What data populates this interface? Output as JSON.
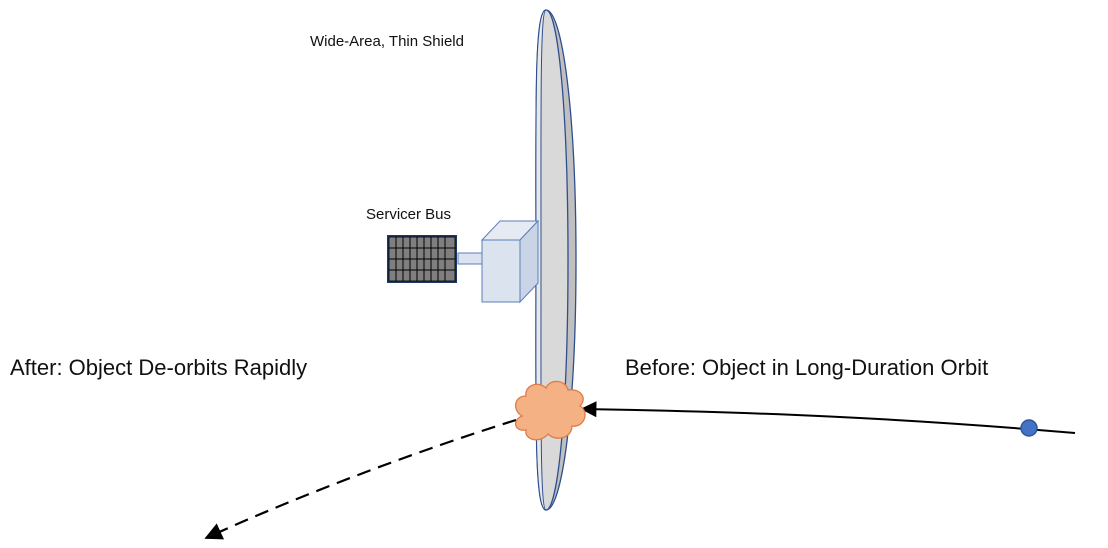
{
  "labels": {
    "shield": "Wide-Area, Thin Shield",
    "bus": "Servicer Bus",
    "after": "After: Object De-orbits Rapidly",
    "before": "Before: Object in Long-Duration Orbit"
  },
  "colors": {
    "shield_fill": "#d9d9d9",
    "shield_stroke": "#2f4f8f",
    "bus_fill": "#dbe3ef",
    "bus_stroke": "#5b7fb8",
    "panel_fill": "#7f7f7f",
    "panel_stroke": "#1f3864",
    "cloud_fill": "#f4b183",
    "cloud_stroke": "#e07a4a",
    "object_fill": "#4472c4",
    "object_stroke": "#2f5597",
    "trajectory": "#000000"
  },
  "icons": {
    "impact": "debris-cloud-icon",
    "object": "orbiting-object-icon",
    "solar_panel": "solar-panel-icon"
  }
}
